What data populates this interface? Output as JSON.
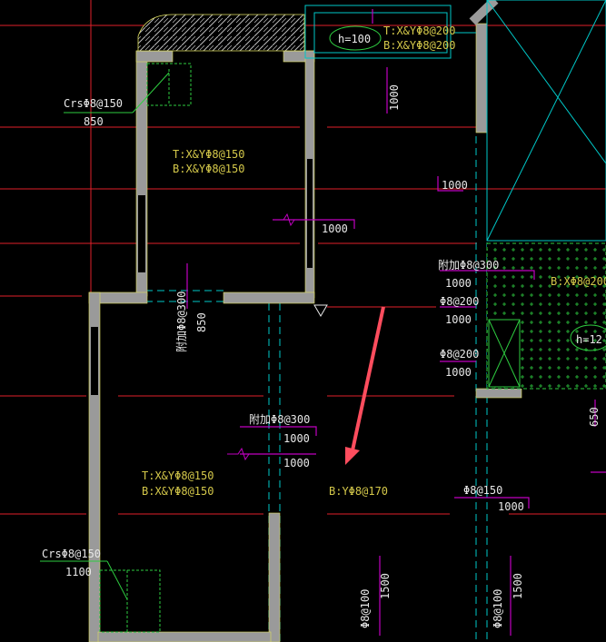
{
  "colors": {
    "background": "#000000",
    "wall": "#9a9a9a",
    "grid_red": "#e0202a",
    "rebar_magenta": "#c000c0",
    "text_yellow": "#d4c84a",
    "text_white": "#e8e8e8",
    "cyan": "#00c8c8",
    "green": "#2ecc40",
    "arrow": "#ff4d5e"
  },
  "labels": {
    "h100": "h=100",
    "balcony_top": "T:X&YΦ8@200",
    "balcony_bot": "B:X&YΦ8@200",
    "top_room_T": "T:X&YΦ8@150",
    "top_room_B": "B:X&YΦ8@150",
    "crs_top": "CrsΦ8@150",
    "crs_top_len": "850",
    "dim_1000_vert_top": "1000",
    "dim_1000_right": "1000",
    "dim_1000_mid": "1000",
    "add_bar_300_right": "附加Φ8@300",
    "dim_1000_r1": "1000",
    "bar_200_r1": "Φ8@200",
    "dim_1000_r2": "1000",
    "bar_200_r2": "Φ8@200",
    "dim_1000_r3": "1000",
    "b_x8_200": "B:XΦ8@200",
    "h12": "h=12",
    "dim_650": "650",
    "add_bar_300_left_vert": "附加Φ8@300",
    "dim_850_vert": "850",
    "add_bar_300_mid": "附加Φ8@300",
    "dim_1000_a": "1000",
    "dim_1000_b": "1000",
    "main_T": "T:X&YΦ8@150",
    "main_B": "B:X&YΦ8@150",
    "by_170": "B:YΦ8@170",
    "bar_150_right": "Φ8@150",
    "dim_1000_right_low": "1000",
    "crs_bottom": "CrsΦ8@150",
    "crs_bottom_len": "1100",
    "bar_100_a": "Φ8@100",
    "dim_1500_a": "1500",
    "bar_100_b": "Φ8@100",
    "dim_1500_b": "1500"
  }
}
